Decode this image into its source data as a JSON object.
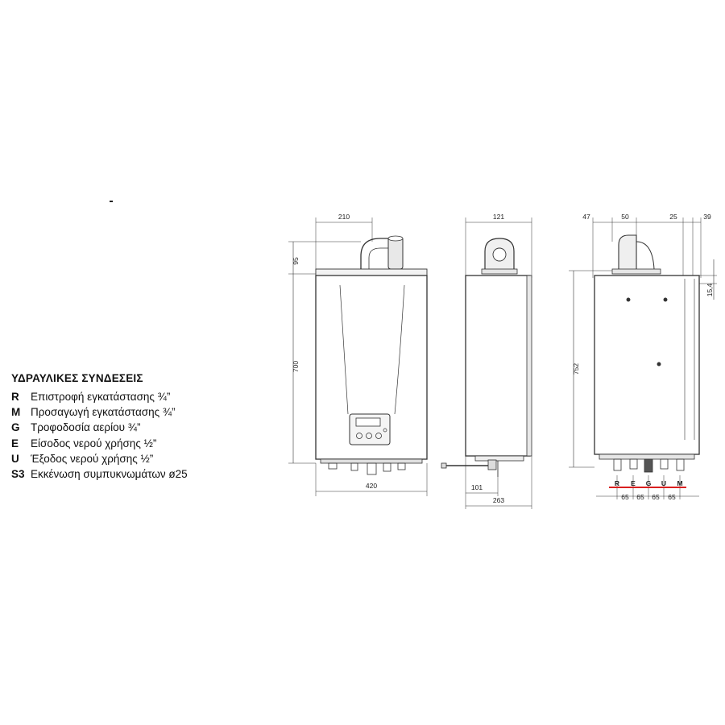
{
  "legend": {
    "title": "ΥΔΡΑΥΛΙΚΕΣ ΣΥΝΔΕΣΕΙΣ",
    "items": [
      {
        "code": "R",
        "text": "Επιστροφή εγκατάστασης ¾”"
      },
      {
        "code": "M",
        "text": "Προσαγωγή εγκατάστασης ¾”"
      },
      {
        "code": "G",
        "text": "Τροφοδοσία αερίου ¾”"
      },
      {
        "code": "E",
        "text": "Είσοδος νερού χρήσης ½”"
      },
      {
        "code": "U",
        "text": "Έξοδος νερού χρήσης ½”"
      },
      {
        "code": "S3",
        "text": "Εκκένωση συμπυκνωμάτων ø25"
      }
    ]
  },
  "front_view": {
    "flue_offset": "210",
    "flue_height": "95",
    "height": "700",
    "width": "420"
  },
  "side_view": {
    "flue_depth": "121",
    "pipe_depth": "101",
    "depth": "263"
  },
  "back_view": {
    "top_dims": [
      "47",
      "50",
      "25",
      "39"
    ],
    "bracket": "15,4",
    "height": "752",
    "connection_labels": [
      "R",
      "E",
      "G",
      "U",
      "M"
    ],
    "spacings": [
      "65",
      "65",
      "65",
      "65"
    ]
  }
}
